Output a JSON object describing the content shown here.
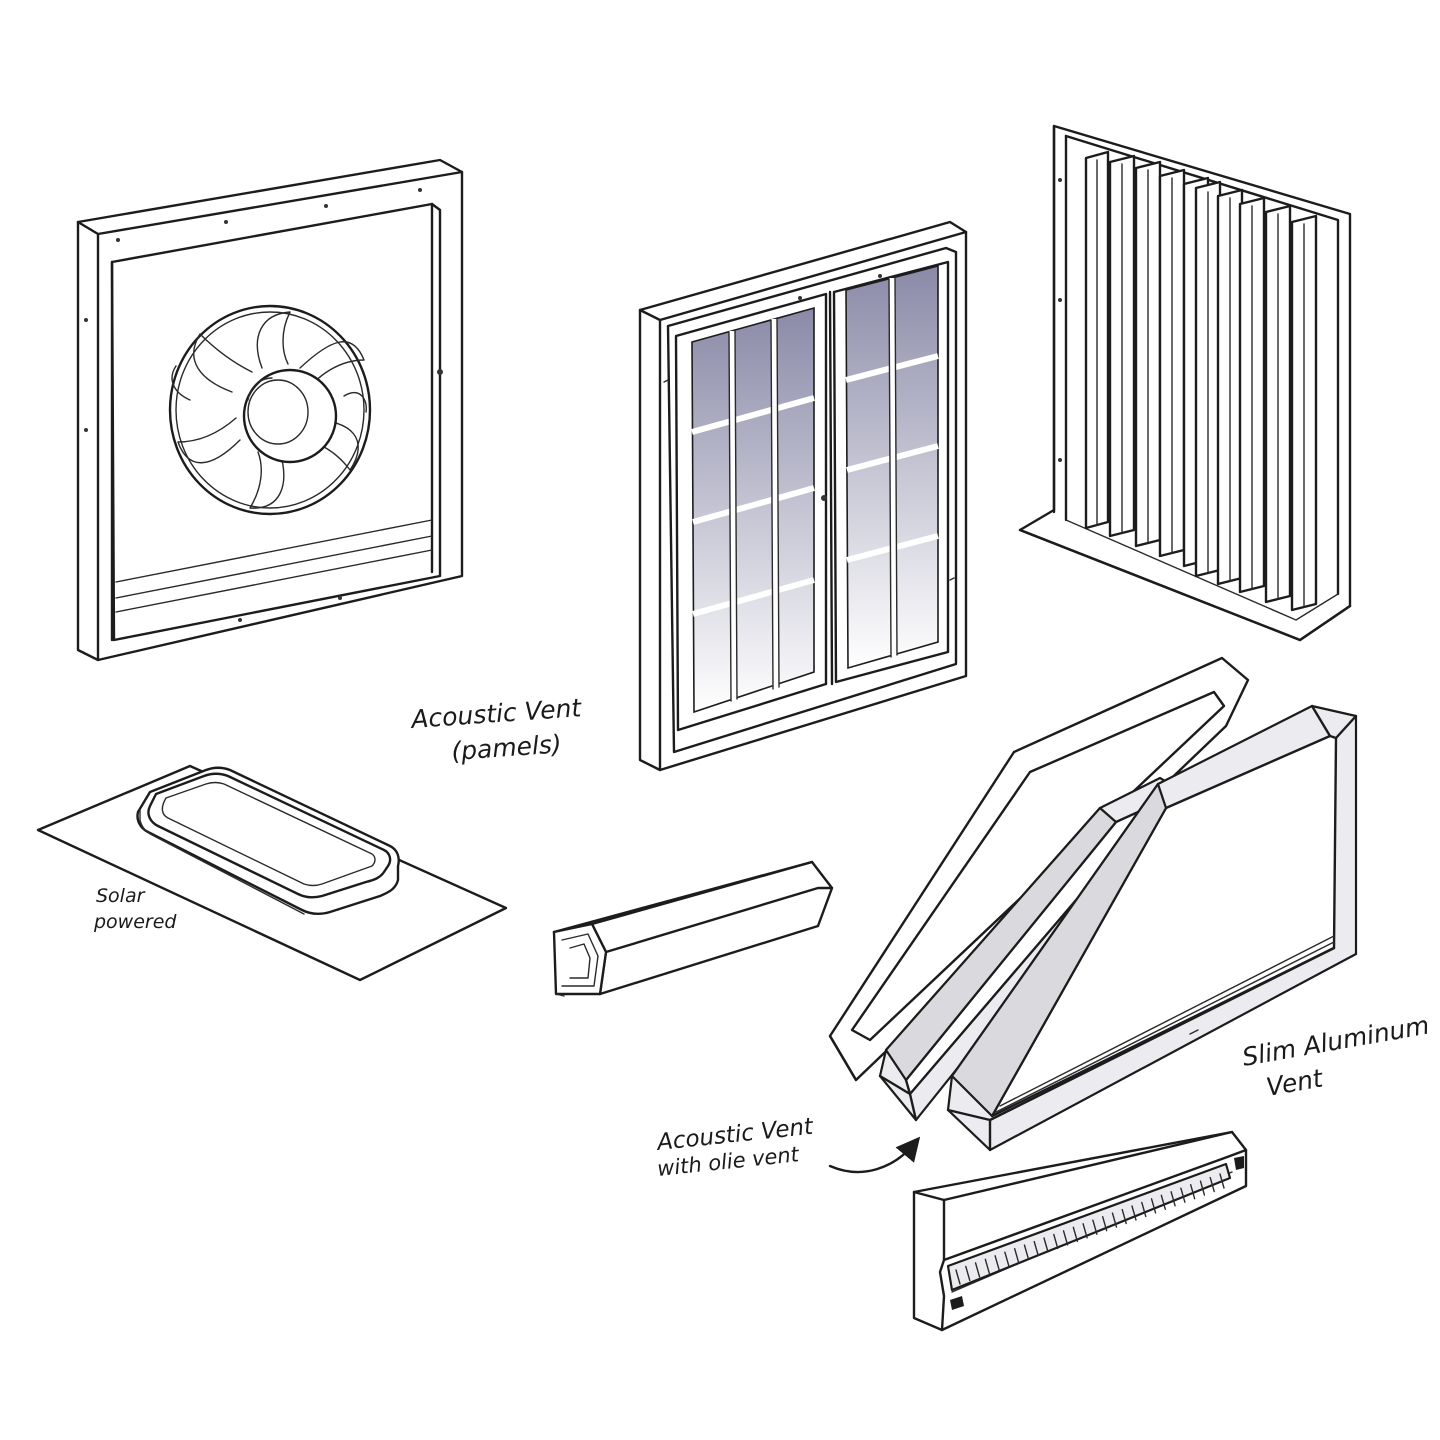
{
  "labels": {
    "acoustic_panels_line1": "Acoustic Vent",
    "acoustic_panels_line2": "(pamels)",
    "solar_line1": "Solar",
    "solar_line2": "powered",
    "slim_line1": "Slim Aluminum",
    "slim_line2": "Vent",
    "olie_line1": "Acoustic Vent",
    "olie_line2": "with olie vent"
  },
  "colors": {
    "line": "#1c1c1c",
    "glass_top": "#8a8aa8",
    "glass_bottom": "#ffffff",
    "shade": "#ececf0"
  },
  "icons": [
    "fan-vent",
    "double-glazed-window",
    "louver-vent",
    "solar-roof-vent",
    "trickle-vent-bar",
    "slim-aluminum-frame",
    "grille-vent-bar",
    "curved-arrow"
  ]
}
